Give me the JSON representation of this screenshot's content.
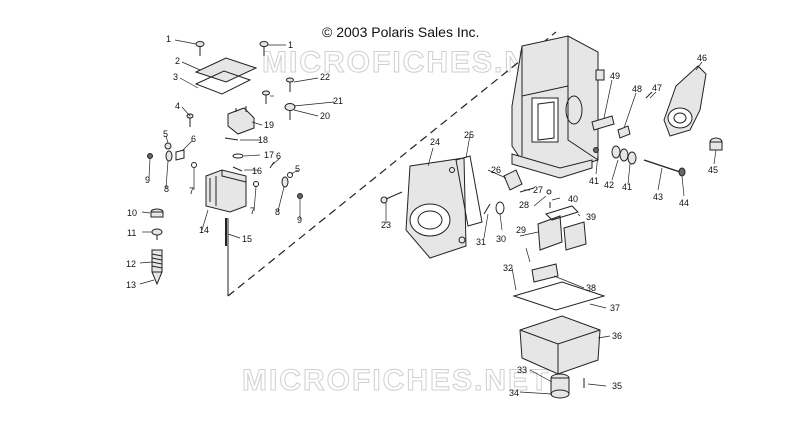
{
  "copyright": "© 2003 Polaris Sales Inc.",
  "watermark": "MICROFICHES.NET",
  "callouts": [
    "1",
    "2",
    "3",
    "4",
    "5",
    "6",
    "7",
    "8",
    "9",
    "10",
    "11",
    "12",
    "13",
    "14",
    "15",
    "16",
    "17",
    "18",
    "19",
    "20",
    "21",
    "22",
    "23",
    "24",
    "25",
    "26",
    "27",
    "28",
    "29",
    "30",
    "31",
    "32",
    "33",
    "34",
    "35",
    "36",
    "37",
    "38",
    "39",
    "40",
    "41",
    "42",
    "43",
    "44",
    "45",
    "46",
    "47",
    "48",
    "49"
  ]
}
